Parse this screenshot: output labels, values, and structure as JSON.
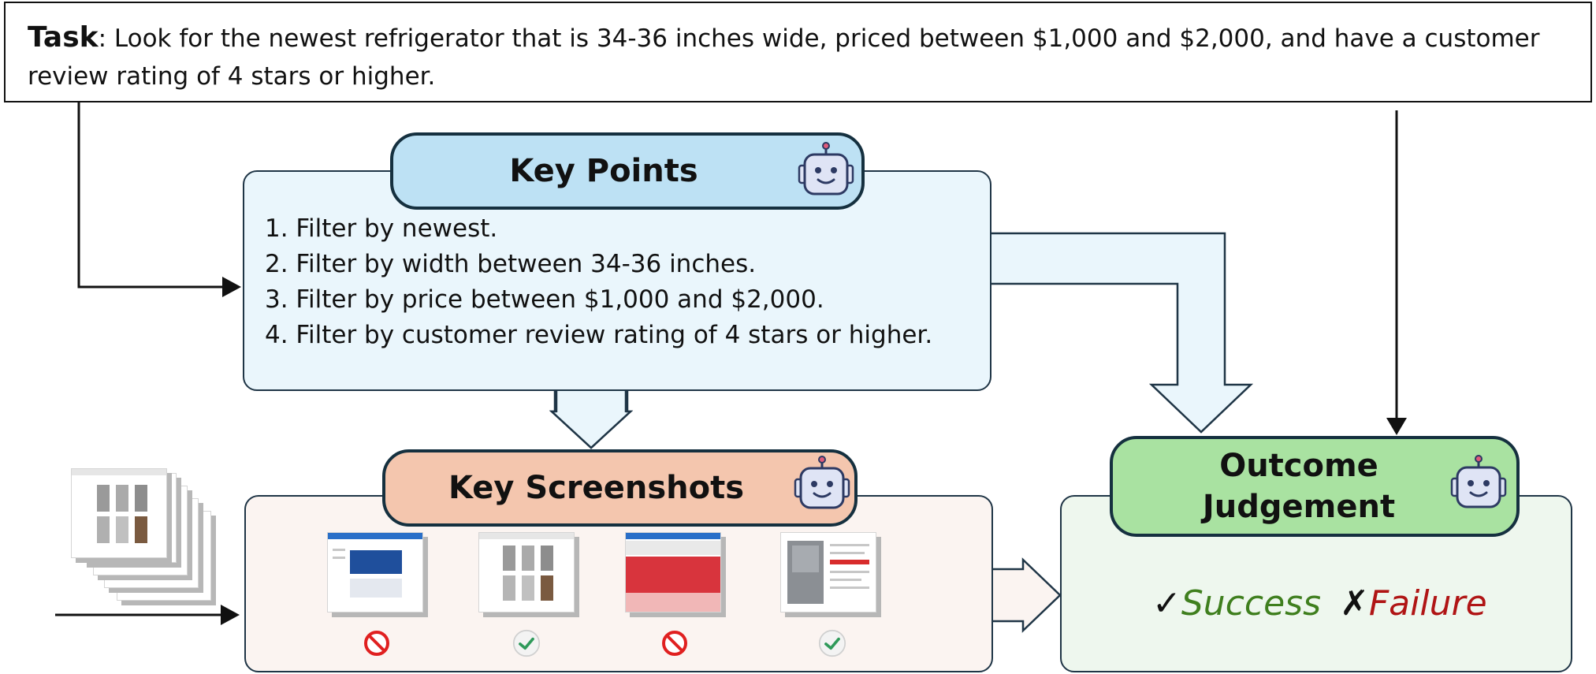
{
  "task": {
    "label": "Task",
    "sep": ":",
    "line1": " Look for the newest refrigerator that is 34-36 inches wide, priced between $1,000 and $2,000, and have a customer",
    "line2": "review rating of 4 stars or higher."
  },
  "key_points": {
    "title": "Key Points",
    "items": [
      "1. Filter by newest.",
      "2. Filter by width between 34-36 inches.",
      "3. Filter by price between $1,000 and $2,000.",
      "4. Filter by customer review rating of 4 stars or higher."
    ]
  },
  "key_screenshots": {
    "title": "Key Screenshots",
    "results": [
      "invalid",
      "valid",
      "invalid",
      "valid"
    ]
  },
  "outcome": {
    "title_line1": "Outcome",
    "title_line2": "Judgement",
    "success_mark": "✓",
    "success_label": "Success",
    "failure_mark": "✗",
    "failure_label": "Failure"
  },
  "colors": {
    "key_points_header": "#bde1f4",
    "key_screenshots_header": "#f4c6ae",
    "outcome_header": "#a9e2a1",
    "success_text": "#3f7f1e",
    "failure_text": "#b01515"
  },
  "icons": [
    "robot-icon",
    "no-entry-icon",
    "check-icon"
  ]
}
